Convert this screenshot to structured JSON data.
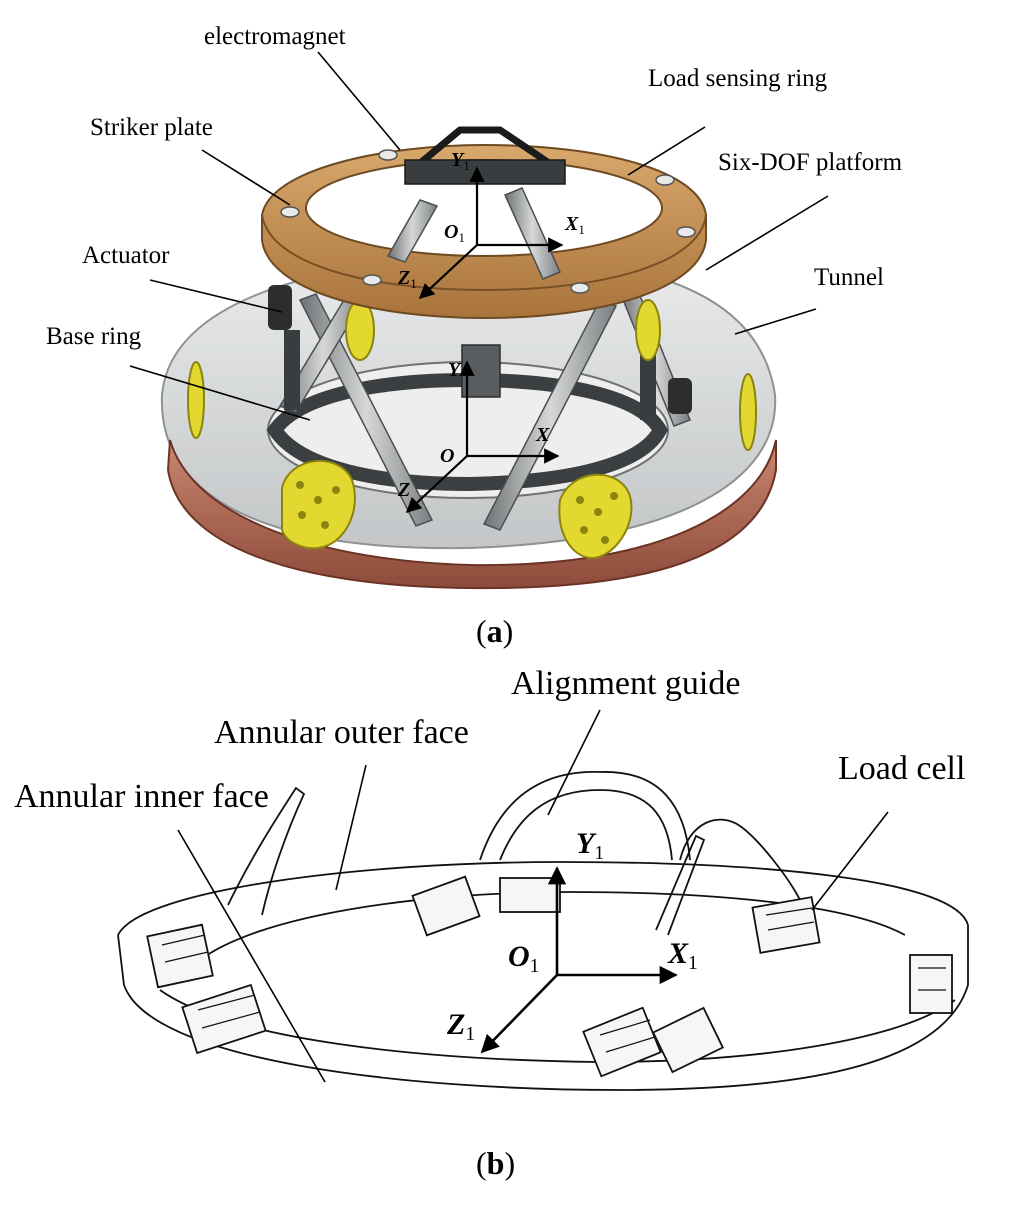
{
  "panel_a": {
    "tag": "a",
    "labels": {
      "electromagnet": "electromagnet",
      "load_sensing_ring": "Load sensing ring",
      "striker_plate": "Striker plate",
      "six_dof_platform": "Six-DOF platform",
      "actuator": "Actuator",
      "tunnel": "Tunnel",
      "base_ring": "Base ring"
    },
    "axes": {
      "y1": "Y",
      "x1": "X",
      "o1": "O",
      "z1": "Z",
      "y": "Y",
      "x": "X",
      "o": "O",
      "z": "Z",
      "sub": "1"
    }
  },
  "panel_b": {
    "tag": "b",
    "labels": {
      "alignment_guide": "Alignment guide",
      "annular_outer_face": "Annular outer face",
      "annular_inner_face": "Annular inner face",
      "load_cell": "Load cell"
    },
    "axes": {
      "y1": "Y",
      "x1": "X",
      "o1": "O",
      "z1": "Z",
      "sub": "1"
    }
  },
  "colors": {
    "ring_wood": "#c9965e",
    "ring_wood_dark": "#9c6a36",
    "tunnel_glass": "#d7d9da",
    "base_copper": "#b36a55",
    "yellow_disc": "#e3d830",
    "strut": "#8f9294"
  }
}
